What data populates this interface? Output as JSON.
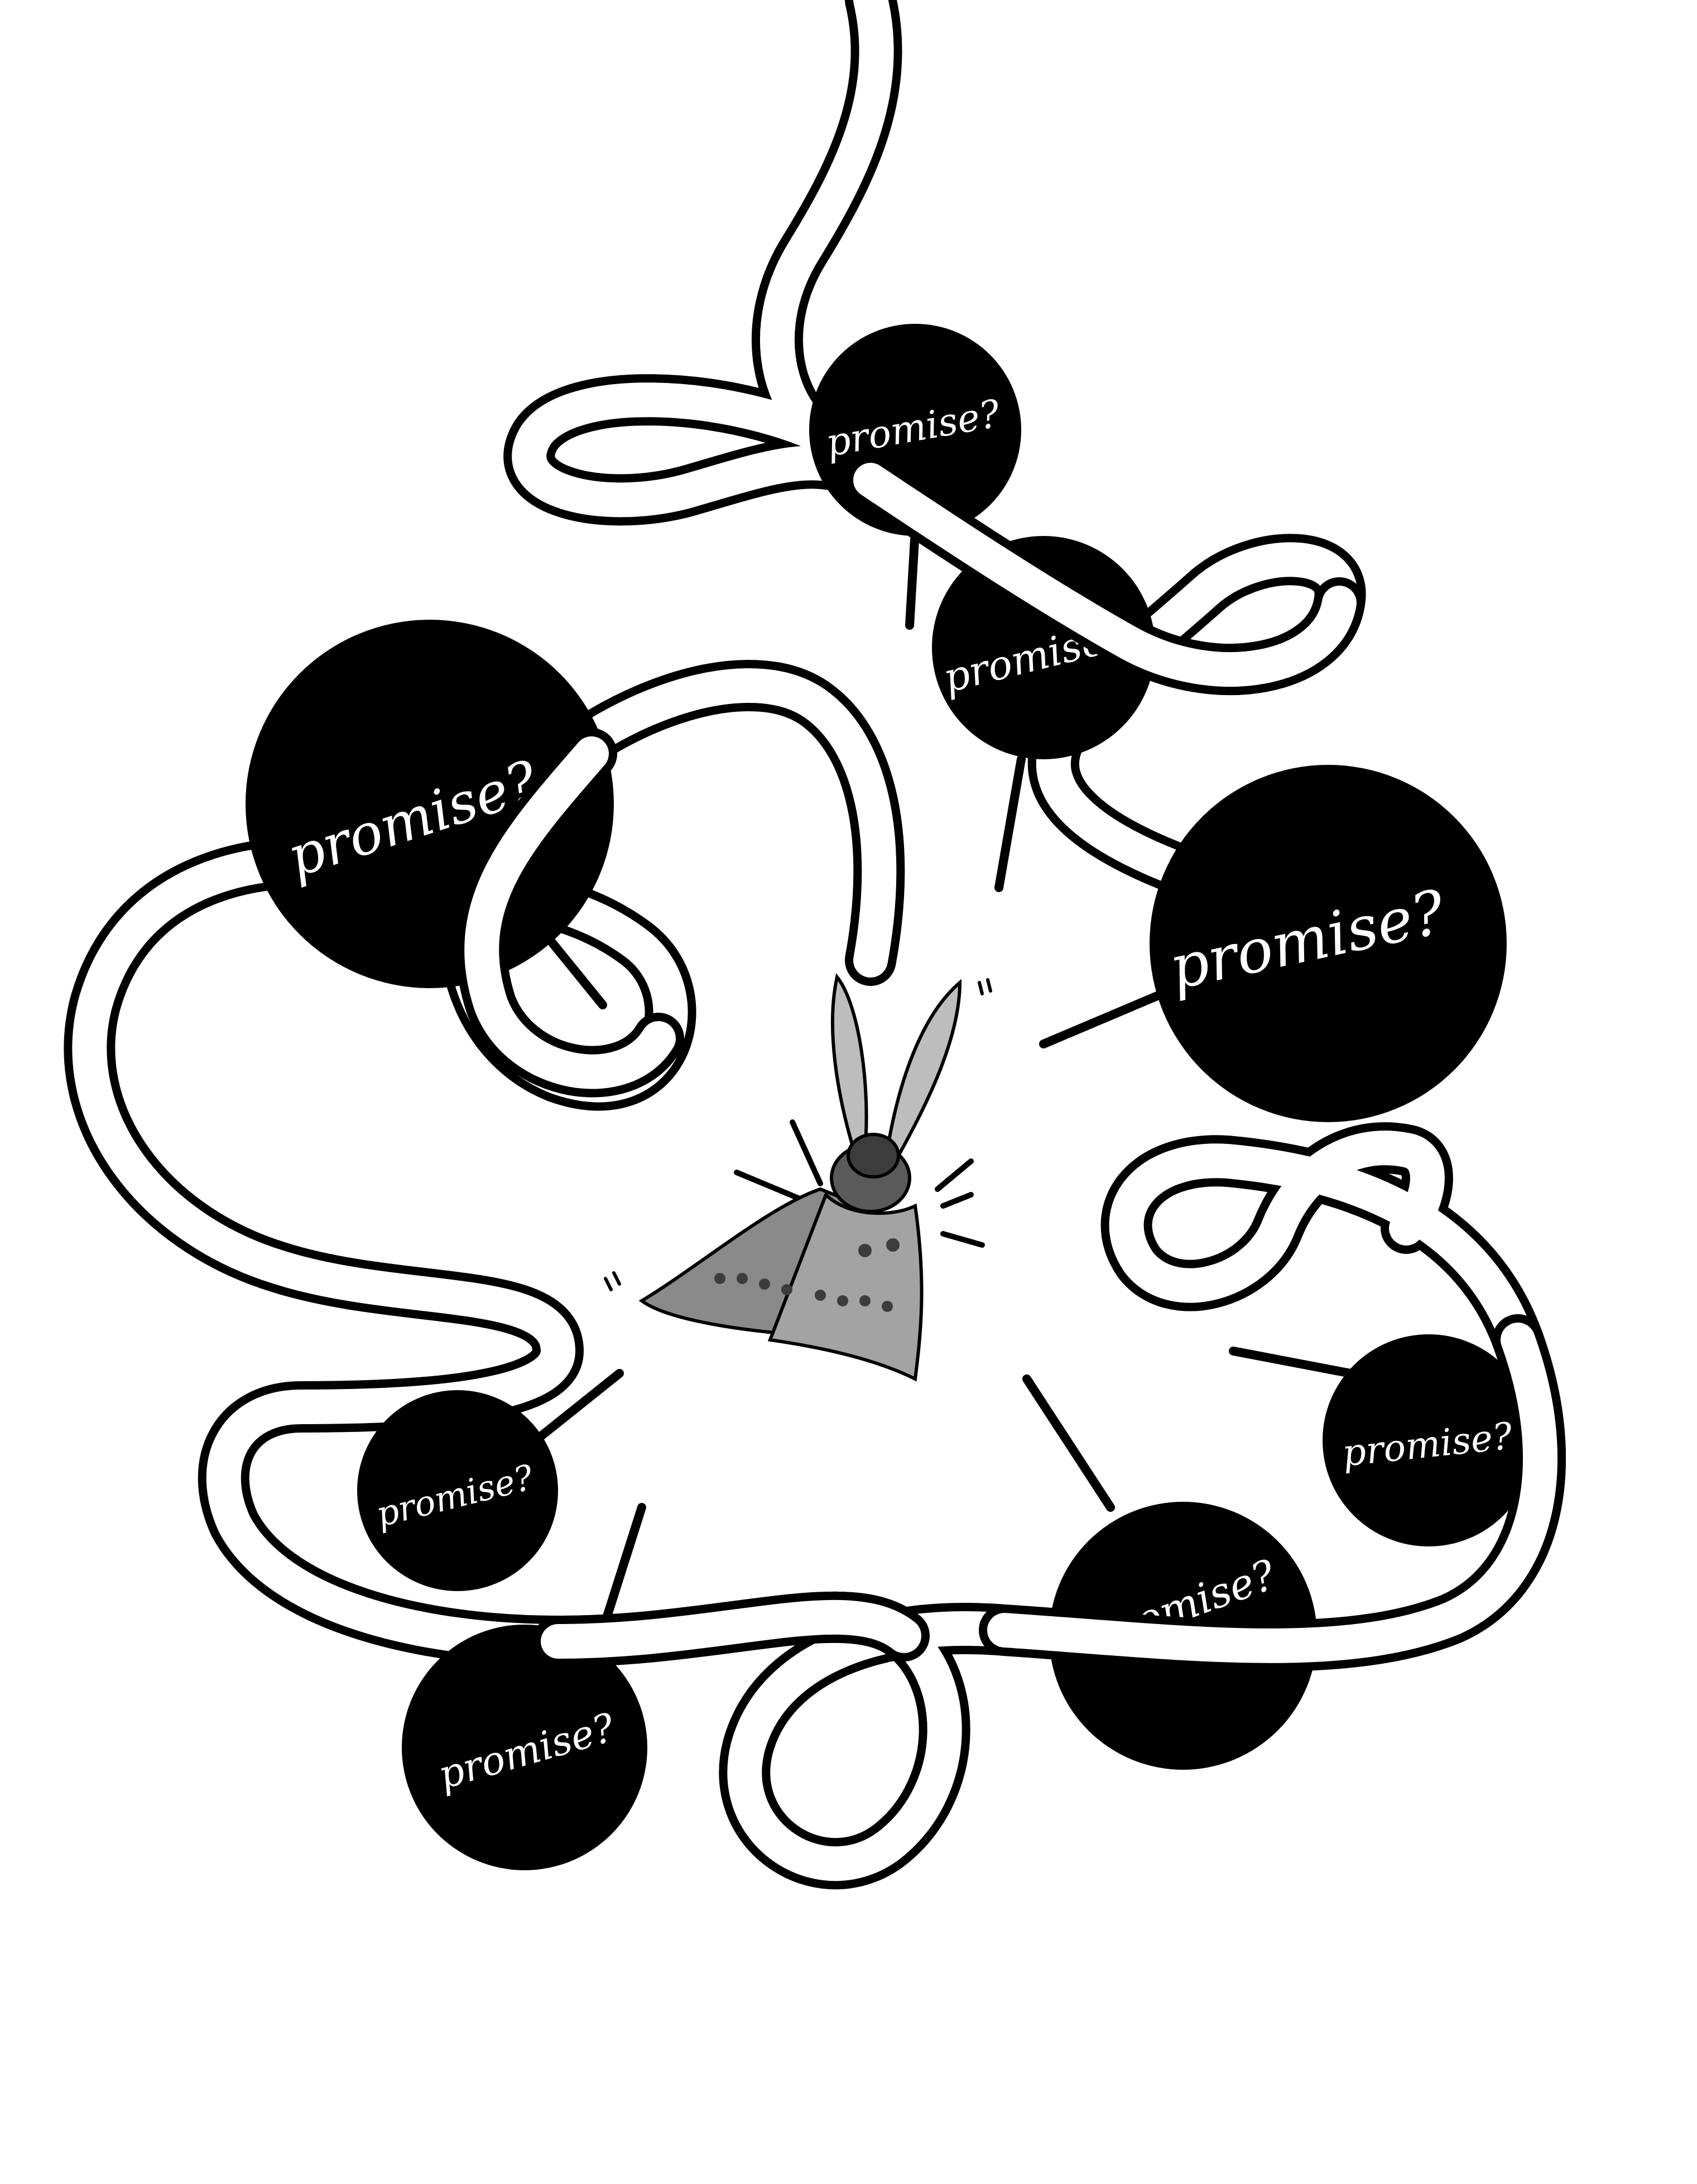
{
  "illustration": {
    "background": "#ffffff",
    "ink": "#000000",
    "balloon_color": "#000000",
    "balloon_text_color": "#ffffff",
    "moth_colors": [
      "#8a8a8a",
      "#5a5a5a",
      "#b5b5b5",
      "#3c3c3c"
    ],
    "balloons": [
      {
        "label": "promise?"
      },
      {
        "label": "promise?"
      },
      {
        "label": "promise?"
      },
      {
        "label": "promise?"
      },
      {
        "label": "promise?"
      },
      {
        "label": "promise?"
      },
      {
        "label": "promise?"
      },
      {
        "label": "promise?"
      }
    ]
  }
}
